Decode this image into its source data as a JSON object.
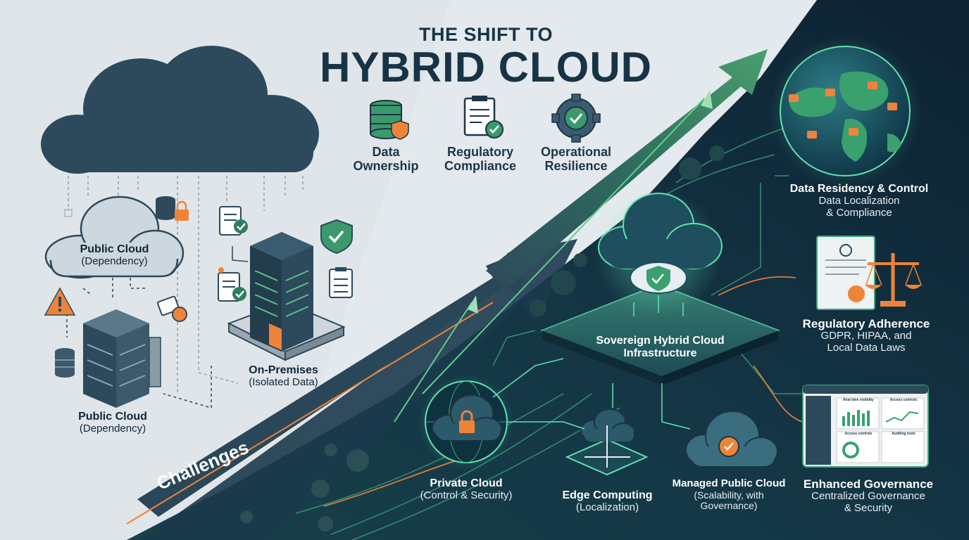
{
  "title": {
    "line1": "THE SHIFT TO",
    "line2": "HYBRID CLOUD"
  },
  "key_drivers": [
    {
      "label": "Data\nOwnership",
      "icon": "database-shield-icon"
    },
    {
      "label": "Regulatory\nCompliance",
      "icon": "document-check-icon"
    },
    {
      "label": "Operational\nResilience",
      "icon": "gear-check-icon"
    }
  ],
  "left_side": {
    "public_cloud_top": {
      "title": "Public Cloud",
      "subtitle": "(Dependency)"
    },
    "public_cloud_bottom": {
      "title": "Public Cloud",
      "subtitle": "(Dependency)"
    },
    "on_premises": {
      "title": "On-Premises",
      "subtitle": "(Isolated Data)"
    },
    "banner": "Challenges"
  },
  "right_side": {
    "hub": "Sovereign Hybrid Cloud\nInfrastructure",
    "nodes": [
      {
        "title": "Private Cloud",
        "subtitle": "(Control & Security)"
      },
      {
        "title": "Edge Computing",
        "subtitle": "(Localization)"
      },
      {
        "title": "Managed Public Cloud",
        "subtitle": "(Scalability, with\nGovernance)"
      }
    ],
    "benefits": [
      {
        "title": "Data Residency & Control",
        "subtitle": "Data Localization\n& Compliance"
      },
      {
        "title": "Regulatory Adherence",
        "subtitle": "GDPR, HIPAA, and\nLocal Data Laws"
      },
      {
        "title": "Enhanced Governance",
        "subtitle": "Centralized Governance\n& Security"
      }
    ],
    "dashboard": {
      "panel1": "Real time visibility",
      "panel2": "Access controls",
      "panel3": "Access controls",
      "panel4": "Auditing tools"
    }
  },
  "colors": {
    "dark_navy": "#0f2a3a",
    "teal": "#2f6e74",
    "green_accent": "#4fbf73",
    "orange_accent": "#f0833a",
    "light_bg": "#e9edf0"
  }
}
